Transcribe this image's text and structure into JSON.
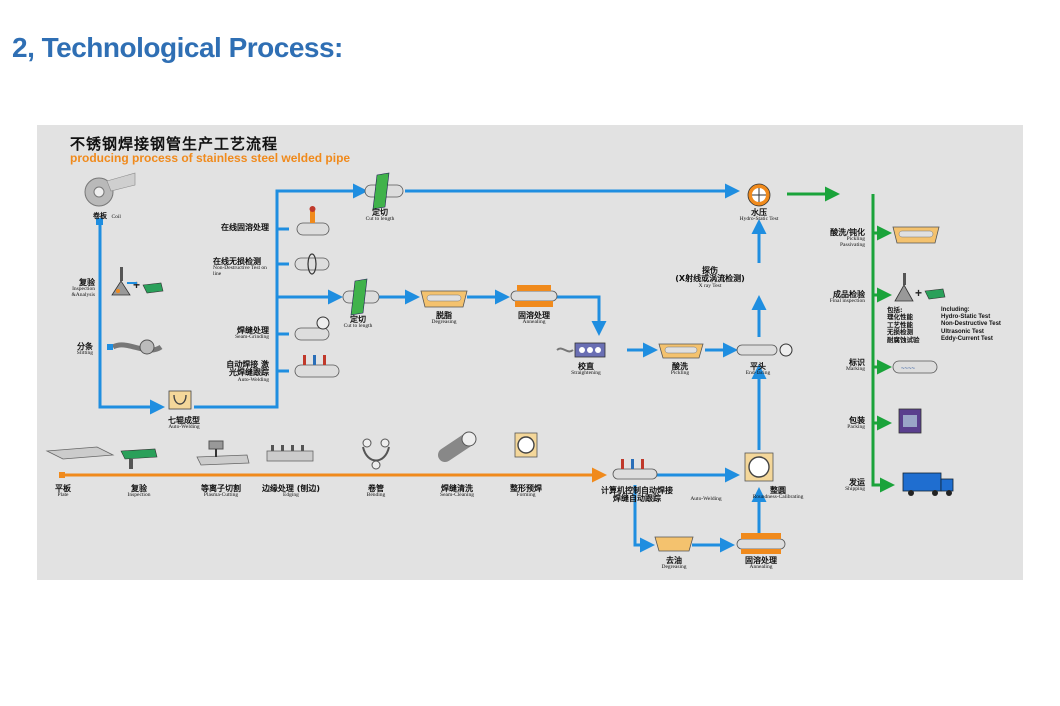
{
  "page_title": "2, Technological Process:",
  "diagram": {
    "title_cn": "不锈钢焊接钢管生产工艺流程",
    "title_en": "producing process of stainless steel welded pipe",
    "colors": {
      "blue": "#1f8ee0",
      "orange": "#f08a1c",
      "green": "#1aa33a"
    },
    "steps": {
      "coil": {
        "cn": "卷板",
        "en": "Coil"
      },
      "inspection_analysis": {
        "cn": "复验",
        "en": "Inspection &Analysis"
      },
      "slitting": {
        "cn": "分条",
        "en": "Slitting"
      },
      "auto_welding_forming": {
        "cn": "七辊成型",
        "en": "Auto-Welding"
      },
      "online_annealing": {
        "cn": "在线固溶处理"
      },
      "ndt_online": {
        "cn": "在线无损检测",
        "en": "Non-Destructive Test on line"
      },
      "seam_grinding": {
        "cn": "焊缝处理",
        "en": "Seam-Grinding"
      },
      "auto_welding_laser": {
        "cn": "自动焊接 激光焊缝跟踪",
        "en": "Auto-Welding"
      },
      "cut_to_length_1": {
        "cn": "定切",
        "en": "Cut to length"
      },
      "cut_to_length_2": {
        "cn": "定切",
        "en": "Cut to length"
      },
      "degreasing_1": {
        "cn": "脱脂",
        "en": "Degreasing"
      },
      "annealing_1": {
        "cn": "固溶处理",
        "en": "Annealing"
      },
      "straightening": {
        "cn": "校直",
        "en": "Straightening"
      },
      "pickling": {
        "cn": "酸洗",
        "en": "Pickling"
      },
      "end_facing": {
        "cn": "平头",
        "en": "End-facing"
      },
      "xray_test": {
        "cn": "探伤",
        "cn2": "(X射线或涡流检测)",
        "en": "X ray Test"
      },
      "hydro_static": {
        "cn": "水压",
        "en": "Hydro-Static Test"
      },
      "pickling_passivating": {
        "cn": "酸洗/钝化",
        "en": "Pickling Passivating"
      },
      "final_inspection": {
        "cn": "成品检验",
        "en": "Final inspection"
      },
      "marking": {
        "cn": "标识",
        "en": "Marking"
      },
      "packing": {
        "cn": "包装",
        "en": "Packing"
      },
      "shipping": {
        "cn": "发运",
        "en": "Shipping"
      },
      "plate": {
        "cn": "平板",
        "en": "Plate"
      },
      "inspection": {
        "cn": "复验",
        "en": "Inspection"
      },
      "plasma_cutting": {
        "cn": "等离子切割",
        "en": "Plasma-Cutting"
      },
      "edging": {
        "cn": "边缘处理 (刨边)",
        "en": "Edging"
      },
      "bending": {
        "cn": "卷管",
        "en": "Bending"
      },
      "seam_cleaning": {
        "cn": "焊缝清洗",
        "en": "Seam-Cleaning"
      },
      "forming": {
        "cn": "整形预焊",
        "en": "Forming"
      },
      "computer_auto_welding": {
        "cn": "计算机控制自动焊接",
        "cn2": "焊缝自动跟踪",
        "en": "Auto-Welding"
      },
      "roundness_calibrating": {
        "cn": "整圆",
        "en": "Roundness-Calibrating"
      },
      "degreasing_2": {
        "cn": "去油",
        "en": "Degreasing"
      },
      "annealing_2": {
        "cn": "固溶处理",
        "en": "Annealing"
      }
    },
    "including": {
      "cn_prefix": "包括:",
      "cn": [
        "理化性能",
        "工艺性能",
        "无损检测",
        "耐腐蚀试验"
      ],
      "en_prefix": "Including:",
      "en": [
        "Hydro-Static Test",
        "Non-Destructive Test",
        "Ultrasonic Test",
        "Eddy-Current Test"
      ]
    }
  }
}
